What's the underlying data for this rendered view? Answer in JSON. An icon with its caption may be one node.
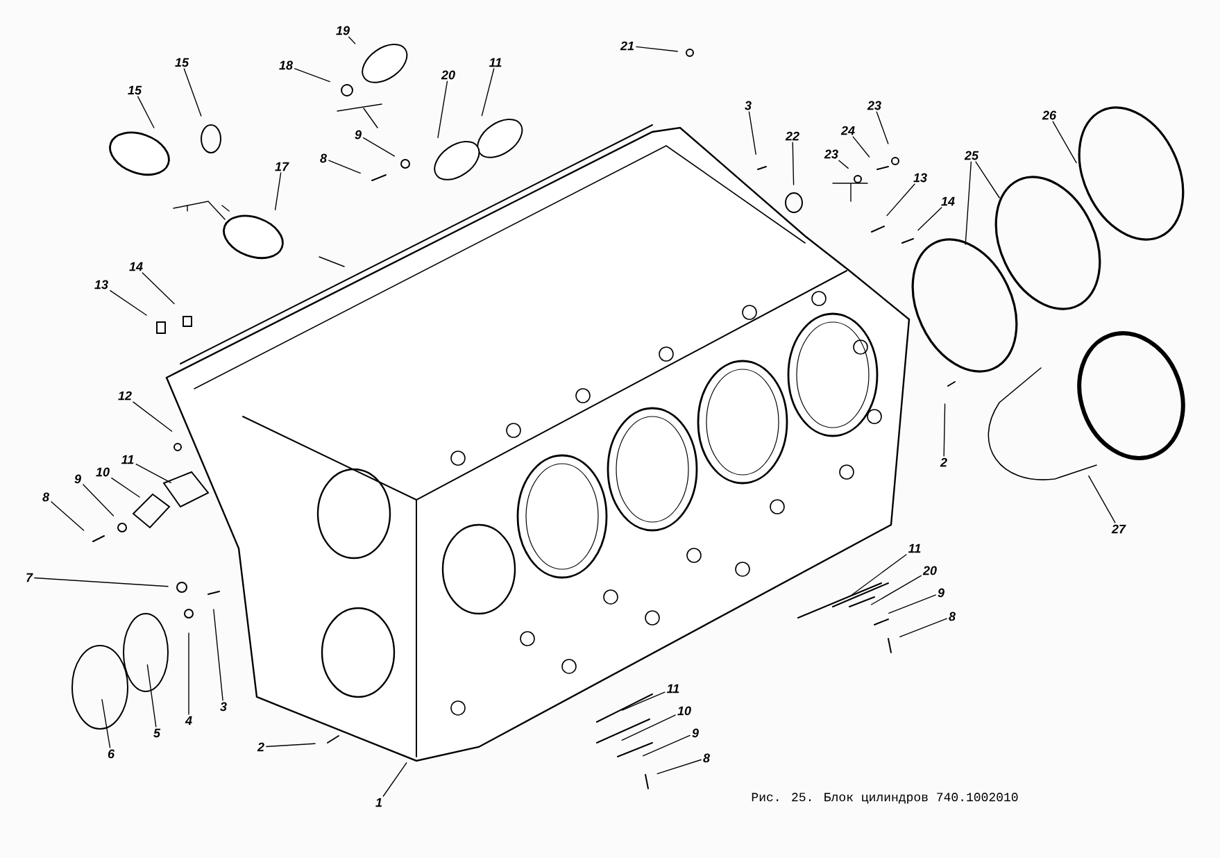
{
  "diagram": {
    "caption": "Рис. 25. Блок цилиндров 740.1002010",
    "nodes": [
      {
        "text": [
          "19"
        ]
      },
      {
        "text": [
          "18"
        ]
      },
      {
        "text": [
          "15"
        ]
      },
      {
        "text": [
          "15"
        ]
      },
      {
        "text": [
          "20"
        ]
      },
      {
        "text": [
          "11"
        ]
      },
      {
        "text": [
          "9"
        ]
      },
      {
        "text": [
          "8"
        ]
      },
      {
        "text": [
          "17"
        ]
      },
      {
        "text": [
          "14"
        ]
      },
      {
        "text": [
          "13"
        ]
      },
      {
        "text": [
          "12"
        ]
      },
      {
        "text": [
          "21"
        ]
      },
      {
        "text": [
          "3"
        ]
      },
      {
        "text": [
          "22"
        ]
      },
      {
        "text": [
          "23"
        ]
      },
      {
        "text": [
          "24"
        ]
      },
      {
        "text": [
          "23"
        ]
      },
      {
        "text": [
          "13"
        ]
      },
      {
        "text": [
          "14"
        ]
      },
      {
        "text": [
          "25"
        ]
      },
      {
        "text": [
          "26"
        ]
      },
      {
        "text": [
          "2"
        ]
      },
      {
        "text": [
          "27"
        ]
      },
      {
        "text": [
          "8"
        ]
      },
      {
        "text": [
          "9"
        ]
      },
      {
        "text": [
          "10"
        ]
      },
      {
        "text": [
          "11"
        ]
      },
      {
        "text": [
          "7"
        ]
      },
      {
        "text": [
          "6"
        ]
      },
      {
        "text": [
          "5"
        ]
      },
      {
        "text": [
          "4"
        ]
      },
      {
        "text": [
          "3"
        ]
      },
      {
        "text": [
          "2"
        ]
      },
      {
        "text": [
          "1"
        ]
      },
      {
        "text": [
          "11"
        ]
      },
      {
        "text": [
          "20"
        ]
      },
      {
        "text": [
          "9"
        ]
      },
      {
        "text": [
          "8"
        ]
      },
      {
        "text": [
          "11"
        ]
      },
      {
        "text": [
          "10"
        ]
      },
      {
        "text": [
          "9"
        ]
      },
      {
        "text": [
          "8"
        ]
      }
    ],
    "edges": [
      {
        "from": 0,
        "to": null,
        "arrow": "none"
      },
      {
        "from": 1,
        "to": null,
        "arrow": "none"
      },
      {
        "from": 2,
        "to": null,
        "arrow": "none"
      },
      {
        "from": 3,
        "to": null,
        "arrow": "none"
      },
      {
        "from": 4,
        "to": null,
        "arrow": "none"
      },
      {
        "from": 5,
        "to": null,
        "arrow": "none"
      },
      {
        "from": 6,
        "to": null,
        "arrow": "none"
      },
      {
        "from": 7,
        "to": null,
        "arrow": "none"
      },
      {
        "from": 8,
        "to": null,
        "arrow": "none"
      },
      {
        "from": 9,
        "to": null,
        "arrow": "none"
      },
      {
        "from": 10,
        "to": null,
        "arrow": "none"
      },
      {
        "from": 11,
        "to": null,
        "arrow": "none"
      },
      {
        "from": 12,
        "to": null,
        "arrow": "none"
      },
      {
        "from": 13,
        "to": null,
        "arrow": "none"
      },
      {
        "from": 14,
        "to": null,
        "arrow": "none"
      },
      {
        "from": 15,
        "to": null,
        "arrow": "none"
      },
      {
        "from": 16,
        "to": null,
        "arrow": "none"
      },
      {
        "from": 17,
        "to": null,
        "arrow": "none"
      },
      {
        "from": 18,
        "to": null,
        "arrow": "none"
      },
      {
        "from": 19,
        "to": null,
        "arrow": "none"
      },
      {
        "from": 20,
        "to": null,
        "arrow": "none"
      },
      {
        "from": 20,
        "to": null,
        "arrow": "none"
      },
      {
        "from": 21,
        "to": null,
        "arrow": "none"
      },
      {
        "from": 22,
        "to": null,
        "arrow": "none"
      },
      {
        "from": 23,
        "to": null,
        "arrow": "none"
      },
      {
        "from": 24,
        "to": null,
        "arrow": "none"
      },
      {
        "from": 25,
        "to": null,
        "arrow": "none"
      },
      {
        "from": 26,
        "to": null,
        "arrow": "none"
      },
      {
        "from": 27,
        "to": null,
        "arrow": "none"
      },
      {
        "from": 28,
        "to": null,
        "arrow": "none"
      },
      {
        "from": 29,
        "to": null,
        "arrow": "none"
      },
      {
        "from": 30,
        "to": null,
        "arrow": "none"
      },
      {
        "from": 31,
        "to": null,
        "arrow": "none"
      },
      {
        "from": 32,
        "to": null,
        "arrow": "none"
      },
      {
        "from": 33,
        "to": null,
        "arrow": "none"
      },
      {
        "from": 34,
        "to": null,
        "arrow": "none"
      },
      {
        "from": 35,
        "to": null,
        "arrow": "none"
      },
      {
        "from": 36,
        "to": null,
        "arrow": "none"
      },
      {
        "from": 37,
        "to": null,
        "arrow": "none"
      },
      {
        "from": 38,
        "to": null,
        "arrow": "none"
      },
      {
        "from": 39,
        "to": null,
        "arrow": "none"
      },
      {
        "from": 40,
        "to": null,
        "arrow": "none"
      },
      {
        "from": 41,
        "to": null,
        "arrow": "none"
      },
      {
        "from": 42,
        "to": null,
        "arrow": "none"
      }
    ]
  }
}
